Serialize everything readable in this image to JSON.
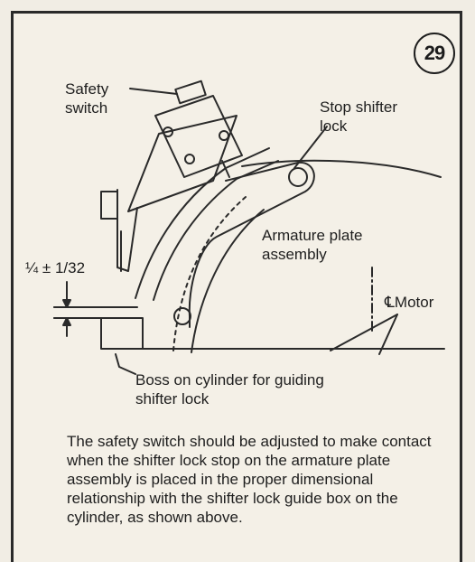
{
  "figure": {
    "number": "29",
    "labels": {
      "safety_switch": "Safety\nswitch",
      "stop_shifter_lock": "Stop shifter\nlock",
      "armature_plate": "Armature plate\nassembly",
      "dimension": "¼ ± 1/32",
      "motor": "Motor",
      "motor_symbol": "℄",
      "boss": "Boss on cylinder for guiding\nshifter lock"
    },
    "caption": "The safety switch should be adjusted to make contact when the shifter lock stop on the armature plate assembly is placed in the proper dimensional relationship with the shifter lock guide box on the cylinder, as shown above."
  }
}
